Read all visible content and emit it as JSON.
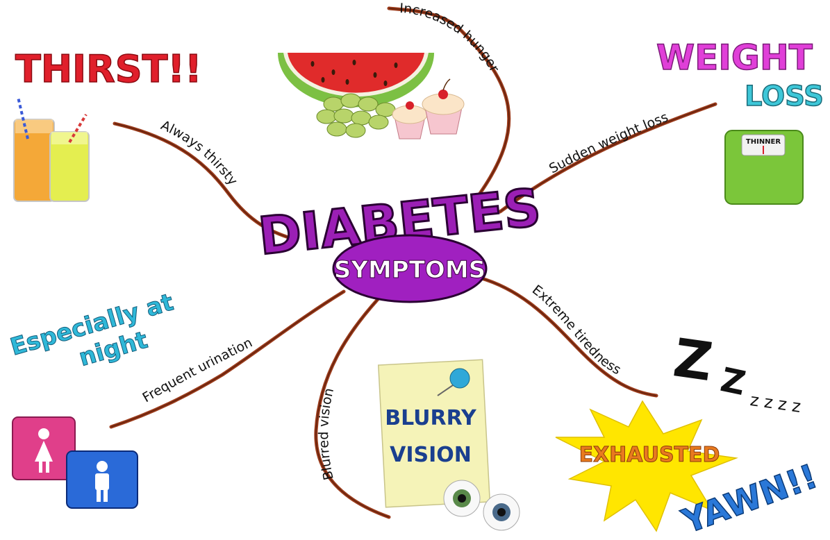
{
  "center": {
    "title": "DIABETES",
    "subtitle": "SYMPTOMS",
    "colors": {
      "title": "#9b1fb5",
      "ellipse": "#a020c0",
      "outline": "#2a0033"
    }
  },
  "branches": [
    {
      "label": "Increased hunger"
    },
    {
      "label": "Sudden weight loss"
    },
    {
      "label": "Always thirsty"
    },
    {
      "label": "Extreme tiredness"
    },
    {
      "label": "Frequent urination"
    },
    {
      "label": "Blurred vision"
    }
  ],
  "callouts": {
    "thirst": "THIRST!!",
    "weight": "WEIGHT",
    "loss": "LOSS",
    "scale_label": "THINNER",
    "night_line1": "Especially at",
    "night_line2": "night",
    "blurry_line1": "BLURRY",
    "blurry_line2": "VISION",
    "sleep_big": "Z",
    "sleep_small": "Z",
    "sleep_tail": "z z z z",
    "exhausted": "EXHAUSTED",
    "yawn": "YAWN!!"
  },
  "icons": [
    "watermelon-icon",
    "grapes-icon",
    "cupcake-icon",
    "juice-glass-icon",
    "bathroom-scale-icon",
    "female-restroom-icon",
    "male-restroom-icon",
    "pushpin-icon",
    "eyeball-icon",
    "starburst-icon"
  ],
  "colors": {
    "branch": "#9a3a1a",
    "thirst": "#e01f2b",
    "weight": "#e03fd8",
    "loss": "#3ec7d8",
    "night": "#2fb8d8",
    "blurry": "#1a3f8f",
    "exhausted": "#e87a1f",
    "starburst": "#ffe600",
    "yawn": "#2a78d8"
  }
}
